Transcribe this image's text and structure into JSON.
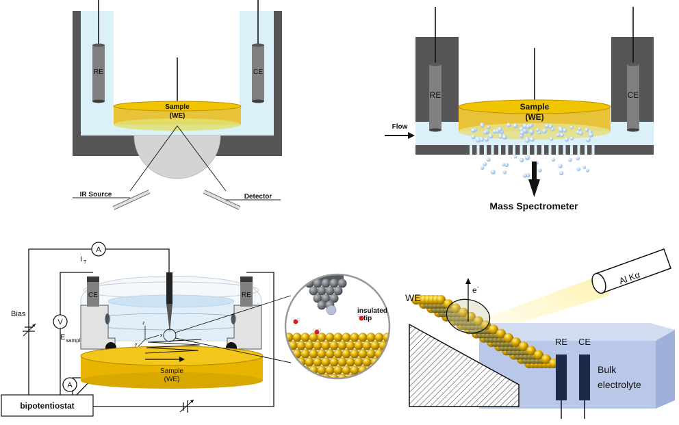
{
  "panel_ir": {
    "re": "RE",
    "ce": "CE",
    "sample_line1": "Sample",
    "sample_line2": "(WE)",
    "ir_source": "IR  Source",
    "detector": "Detector"
  },
  "panel_ms": {
    "re": "RE",
    "ce": "CE",
    "sample_line1": "Sample",
    "sample_line2": "(WE)",
    "flow": "Flow",
    "mass_spectrometer": "Mass Spectrometer"
  },
  "panel_stm": {
    "current": "I",
    "current_sub": "T",
    "ammeter_top": "A",
    "voltmeter": "V",
    "ammeter_bottom": "A",
    "bias": "Bias",
    "e_sample": "E",
    "e_sample_sub": "sample",
    "ce": "CE",
    "re": "RE",
    "axis_z": "z",
    "axis_x": "x",
    "axis_y": "y",
    "sample_line1": "Sample",
    "sample_line2": "(WE)",
    "insulated_line1": "insulated",
    "insulated_line2": "tip",
    "bipotentiostat": "bipotentiostat"
  },
  "panel_xps": {
    "we": "WE",
    "electron": "e",
    "electron_sup": "-",
    "xray": "Al Kα",
    "re": "RE",
    "ce": "CE",
    "bulk_line1": "Bulk",
    "bulk_line2": "electrolyte"
  }
}
